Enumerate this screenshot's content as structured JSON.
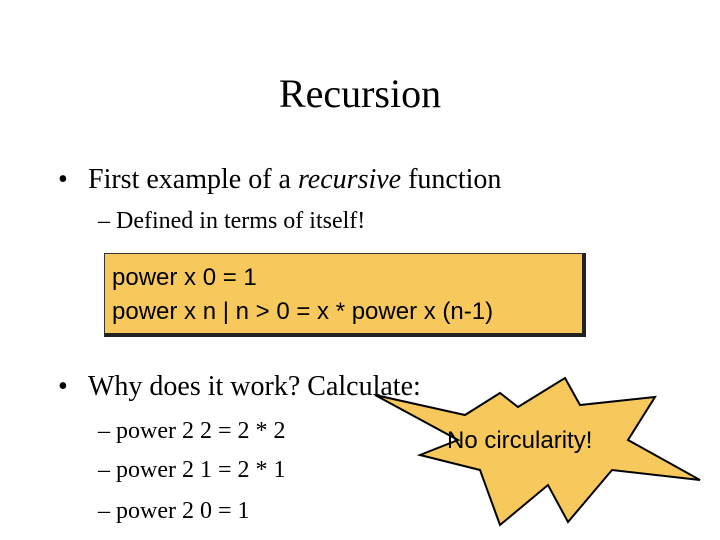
{
  "slide": {
    "title": "Recursion",
    "bullets": [
      {
        "marker": "•",
        "text_parts": [
          "First example of a ",
          "recursive",
          " function"
        ],
        "sub": [
          "– Defined in terms of itself!"
        ]
      },
      {
        "marker": "•",
        "text": "Why does it work? Calculate:",
        "sub": [
          "– power 2 2 = 2 * 2",
          "– power 2 1 = 2 * 1",
          "– power 2 0 = 1"
        ]
      }
    ],
    "code_lines": [
      "power x 0 = 1",
      "power x n | n > 0 = x * power x (n-1)"
    ],
    "callout": "No circularity!",
    "colors": {
      "code_background": "#f7c95d",
      "callout_fill": "#f7c95d",
      "outline": "#000000"
    }
  }
}
